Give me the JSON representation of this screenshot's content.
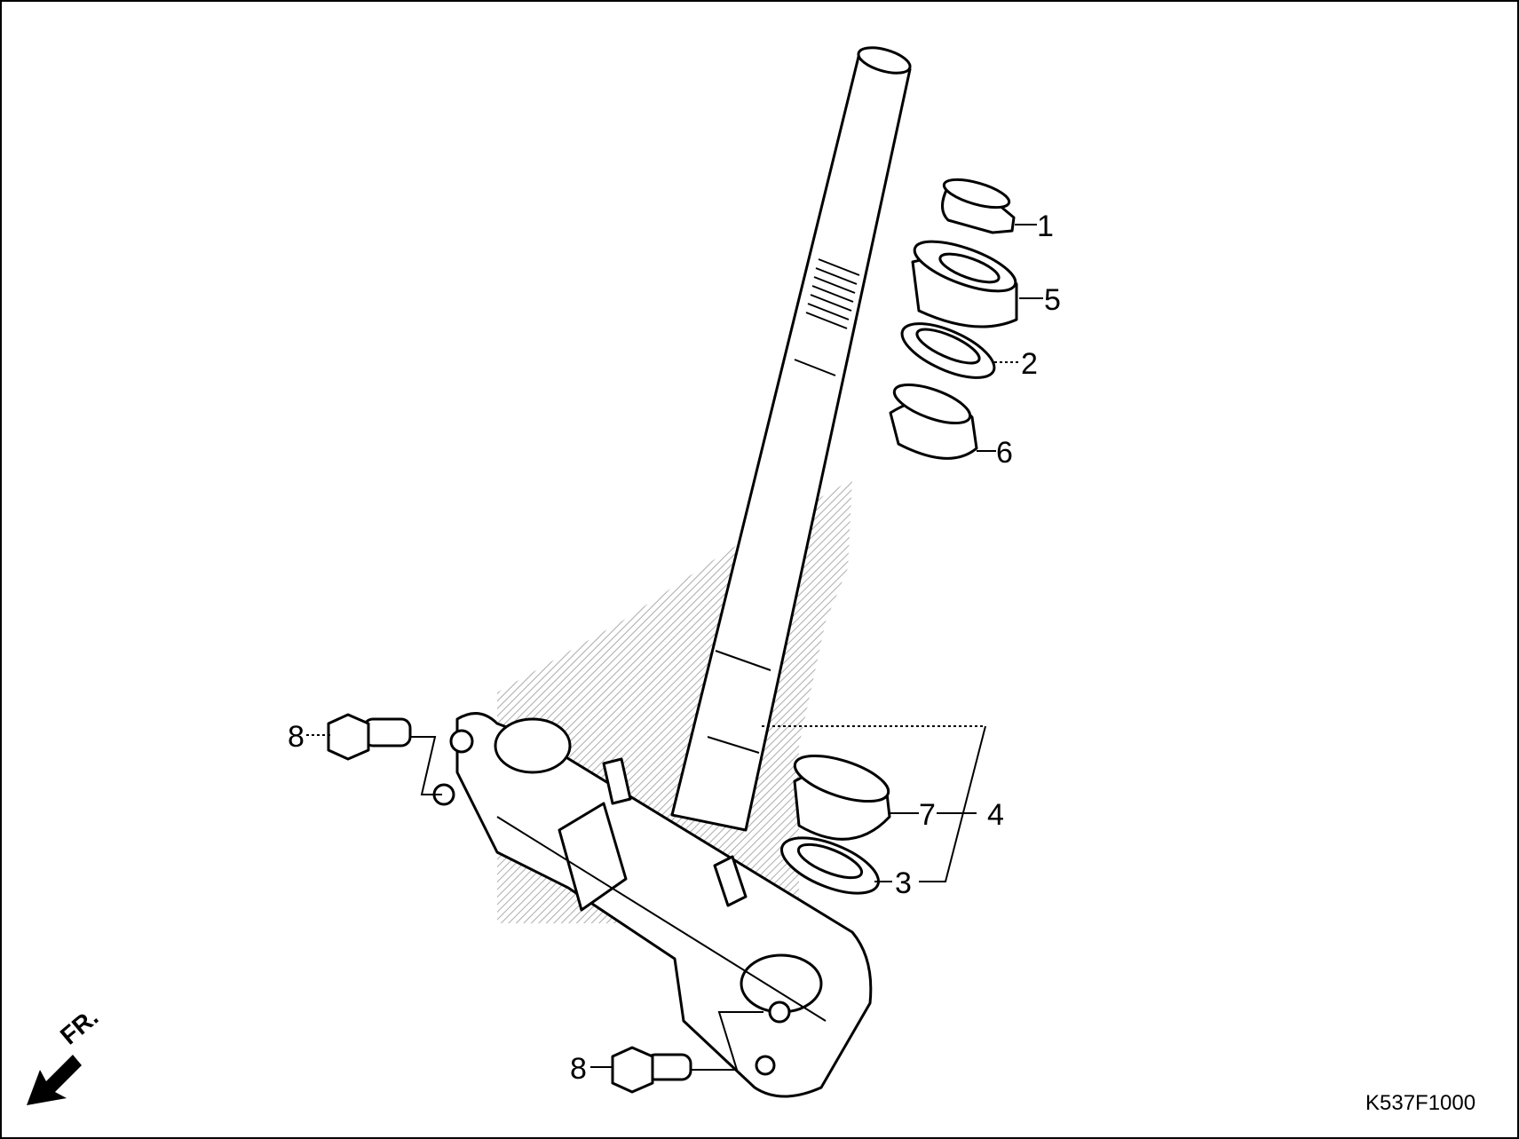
{
  "diagram": {
    "callouts": [
      {
        "id": "c1",
        "text": "1"
      },
      {
        "id": "c5",
        "text": "5"
      },
      {
        "id": "c2",
        "text": "2"
      },
      {
        "id": "c6",
        "text": "6"
      },
      {
        "id": "c8a",
        "text": "8"
      },
      {
        "id": "c7",
        "text": "7"
      },
      {
        "id": "c4",
        "text": "4"
      },
      {
        "id": "c3",
        "text": "3"
      },
      {
        "id": "c8b",
        "text": "8"
      }
    ],
    "front_indicator": "FR.",
    "drawing_code": "K537F1000"
  },
  "colors": {
    "line": "#000000",
    "background": "#ffffff",
    "hatch": "#888888"
  }
}
